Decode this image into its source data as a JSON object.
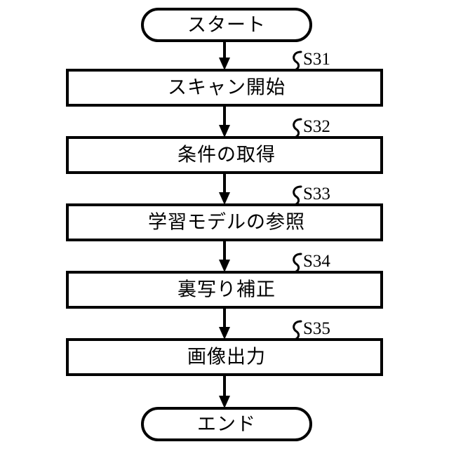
{
  "diagram": {
    "type": "flowchart",
    "orientation": "vertical",
    "title": "",
    "language": "ja",
    "colors": {
      "background": "#ffffff",
      "stroke": "#000000",
      "fill": "#ffffff",
      "text": "#000000"
    },
    "start_terminator": {
      "label": "スタート",
      "shape": "stadium"
    },
    "end_terminator": {
      "label": "エンド",
      "shape": "stadium"
    },
    "steps": [
      {
        "label": "スキャン開始",
        "step_id": "S31",
        "shape": "rectangle"
      },
      {
        "label": "条件の取得",
        "step_id": "S32",
        "shape": "rectangle"
      },
      {
        "label": "学習モデルの参照",
        "step_id": "S33",
        "shape": "rectangle"
      },
      {
        "label": "裏写り補正",
        "step_id": "S34",
        "shape": "rectangle"
      },
      {
        "label": "画像出力",
        "step_id": "S35",
        "shape": "rectangle"
      }
    ],
    "connectors": [
      {
        "from": "スタート",
        "to": "スキャン開始",
        "arrow": "down"
      },
      {
        "from": "スキャン開始",
        "to": "条件の取得",
        "arrow": "down"
      },
      {
        "from": "条件の取得",
        "to": "学習モデルの参照",
        "arrow": "down"
      },
      {
        "from": "学習モデルの参照",
        "to": "裏写り補正",
        "arrow": "down"
      },
      {
        "from": "裏写り補正",
        "to": "画像出力",
        "arrow": "down"
      },
      {
        "from": "画像出力",
        "to": "エンド",
        "arrow": "down"
      }
    ]
  }
}
